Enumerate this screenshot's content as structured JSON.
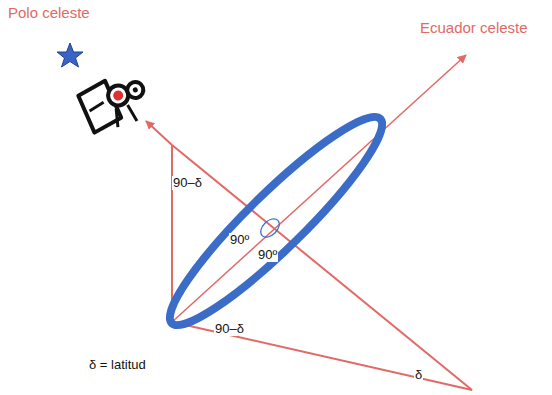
{
  "diagram": {
    "labels": [
      "Polo celeste",
      "Ecuador celeste",
      "90–δ",
      "90º",
      "90º",
      "90–δ",
      "δ",
      "δ = latitud"
    ]
  }
}
